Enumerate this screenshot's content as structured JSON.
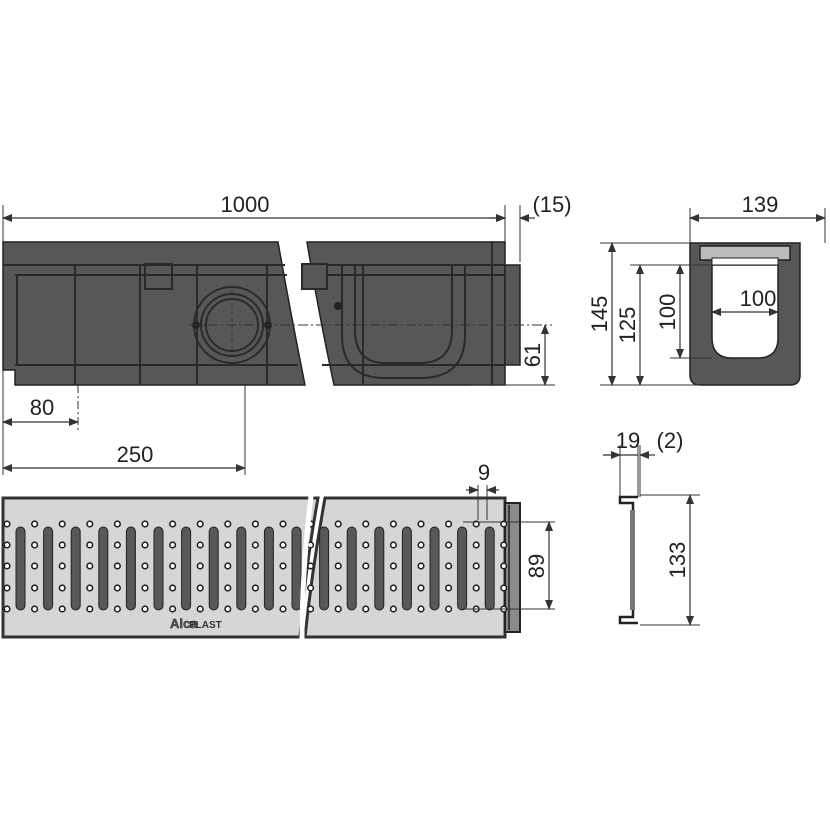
{
  "dimensions": {
    "length": "1000",
    "end_overlap": "(15)",
    "width": "139",
    "height_total": "145",
    "height_inner": "125",
    "depth_inner": "100",
    "inner_width": "100",
    "outlet_height": "61",
    "outlet_offset_small": "80",
    "outlet_offset_large": "250",
    "slot_width": "9",
    "grate_opening": "89",
    "grate_profile_width": "19",
    "grate_profile_gap": "(2)",
    "grate_profile_height": "133"
  },
  "logo": {
    "brand_part1": "Alca",
    "brand_part2": "PLAST"
  },
  "colors": {
    "channel": "#575757",
    "grate": "#d6d6d6",
    "line": "#333333"
  }
}
